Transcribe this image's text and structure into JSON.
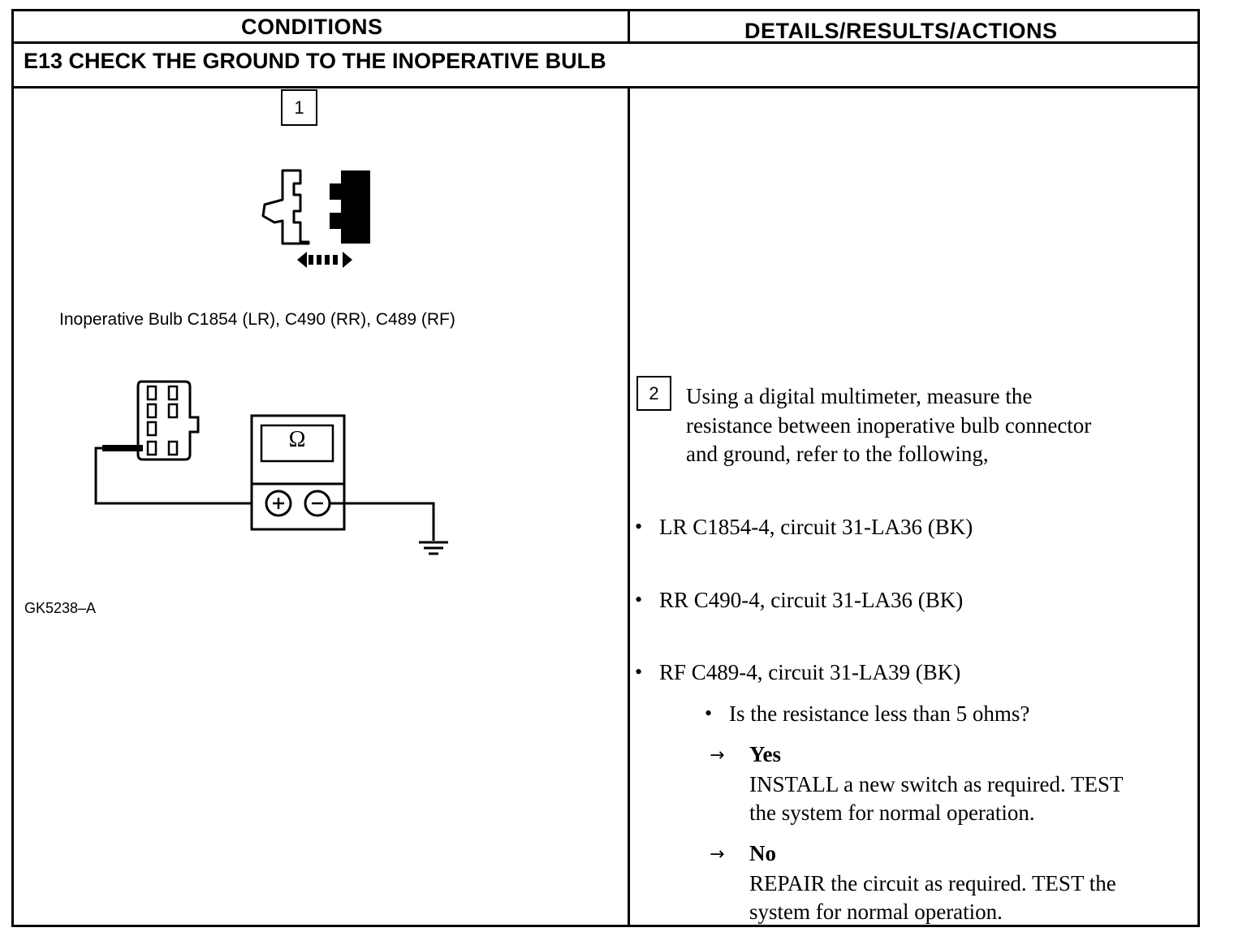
{
  "table": {
    "header_left": "CONDITIONS",
    "header_right": "DETAILS/RESULTS/ACTIONS",
    "section_title": "E13 CHECK THE GROUND TO THE INOPERATIVE BULB"
  },
  "conditions": {
    "step1_number": "1",
    "connector_caption": "Inoperative Bulb C1854 (LR), C490 (RR), C489 (RF)",
    "meter_symbol": "Ω",
    "figure_id": "GK5238–A"
  },
  "details": {
    "step2_number": "2",
    "step2_line1": "Using a digital multimeter, measure the",
    "step2_line2": "resistance between inoperative bulb connector",
    "step2_line3": "and ground, refer to the following,",
    "items": [
      "LR C1854-4, circuit 31-LA36 (BK)",
      "RR C490-4, circuit 31-LA36 (BK)",
      "RF C489-4, circuit 31-LA39 (BK)"
    ],
    "question": "Is the resistance less than 5 ohms?",
    "yes_label": "Yes",
    "yes_line1": "INSTALL a new switch as required. TEST",
    "yes_line2": "the system for normal operation.",
    "no_label": "No",
    "no_line1": "REPAIR the circuit as required. TEST the",
    "no_line2": "system for normal operation."
  }
}
